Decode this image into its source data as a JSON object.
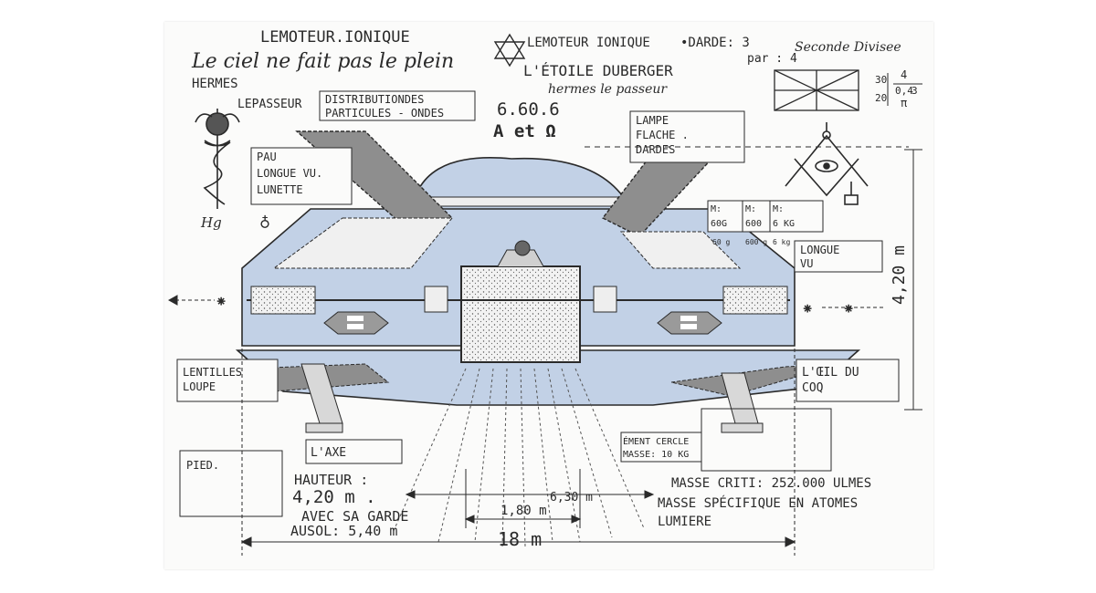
{
  "title_top": "LEMOTEUR.IONIQUE",
  "handwritten_slogan": "Le ciel ne fait pas le plein",
  "hermes": "HERMES",
  "le_passeur": "LEPASSEUR",
  "star_line": {
    "moteur": "LEMOTEUR IONIQUE",
    "darde": "•DARDE: 3",
    "seconde": "Seconde Divisee",
    "par": "par : 4"
  },
  "etoile": "L'ÉTOILE DUBERGER",
  "hermes_passeur": "hermes le passeur",
  "number": "6.60.6",
  "alpha_omega": "A et Ω",
  "fraction": {
    "a": "30",
    "b": "4",
    "c": "20",
    "d": "0,4",
    "e": "3",
    "f": "π"
  },
  "labels": {
    "distribution": [
      "DISTRIBUTIONDES",
      "PARTICULES - ONDES"
    ],
    "lampe": [
      "LAMPE",
      "FLACHE .",
      "DARDES"
    ],
    "pau": [
      "PAU",
      "LONGUE VU.",
      "LUNETTE"
    ],
    "mass_table": [
      "M:",
      "M:",
      "M:",
      "60G",
      "600",
      "6 KG",
      "60 g",
      "600 g",
      "6 kg"
    ],
    "longue_vu": [
      "LONGUE",
      "VU"
    ],
    "lentilles": [
      "LENTILLES",
      "LOUPE"
    ],
    "oeil": [
      "L'ŒIL DU",
      "COQ"
    ],
    "axe": "L'AXE",
    "element": [
      "ÉMENT CERCLE",
      "MASSE: 10 KG"
    ],
    "pied": "PIED."
  },
  "hauteur": [
    "HAUTEUR :",
    "4,20 m ."
  ],
  "avec": [
    "AVEC SA GARDE",
    "AUSOL: 5,40 m"
  ],
  "dimension_height": "4,20 m",
  "dimension_630": "6,30 m",
  "dimension_180": "1,80 m",
  "dimension_18": "18 m",
  "masse": [
    "MASSE CRITI: 252.000 ULMES",
    "MASSE SPÉCIFIQUE EN ATOMES",
    "LUMIERE"
  ],
  "symbols": [
    "Hg",
    "♁"
  ],
  "colors": {
    "hull": "#c2d1e6",
    "pencil": "#2a2a2a",
    "grey": "#8e8e8e"
  }
}
